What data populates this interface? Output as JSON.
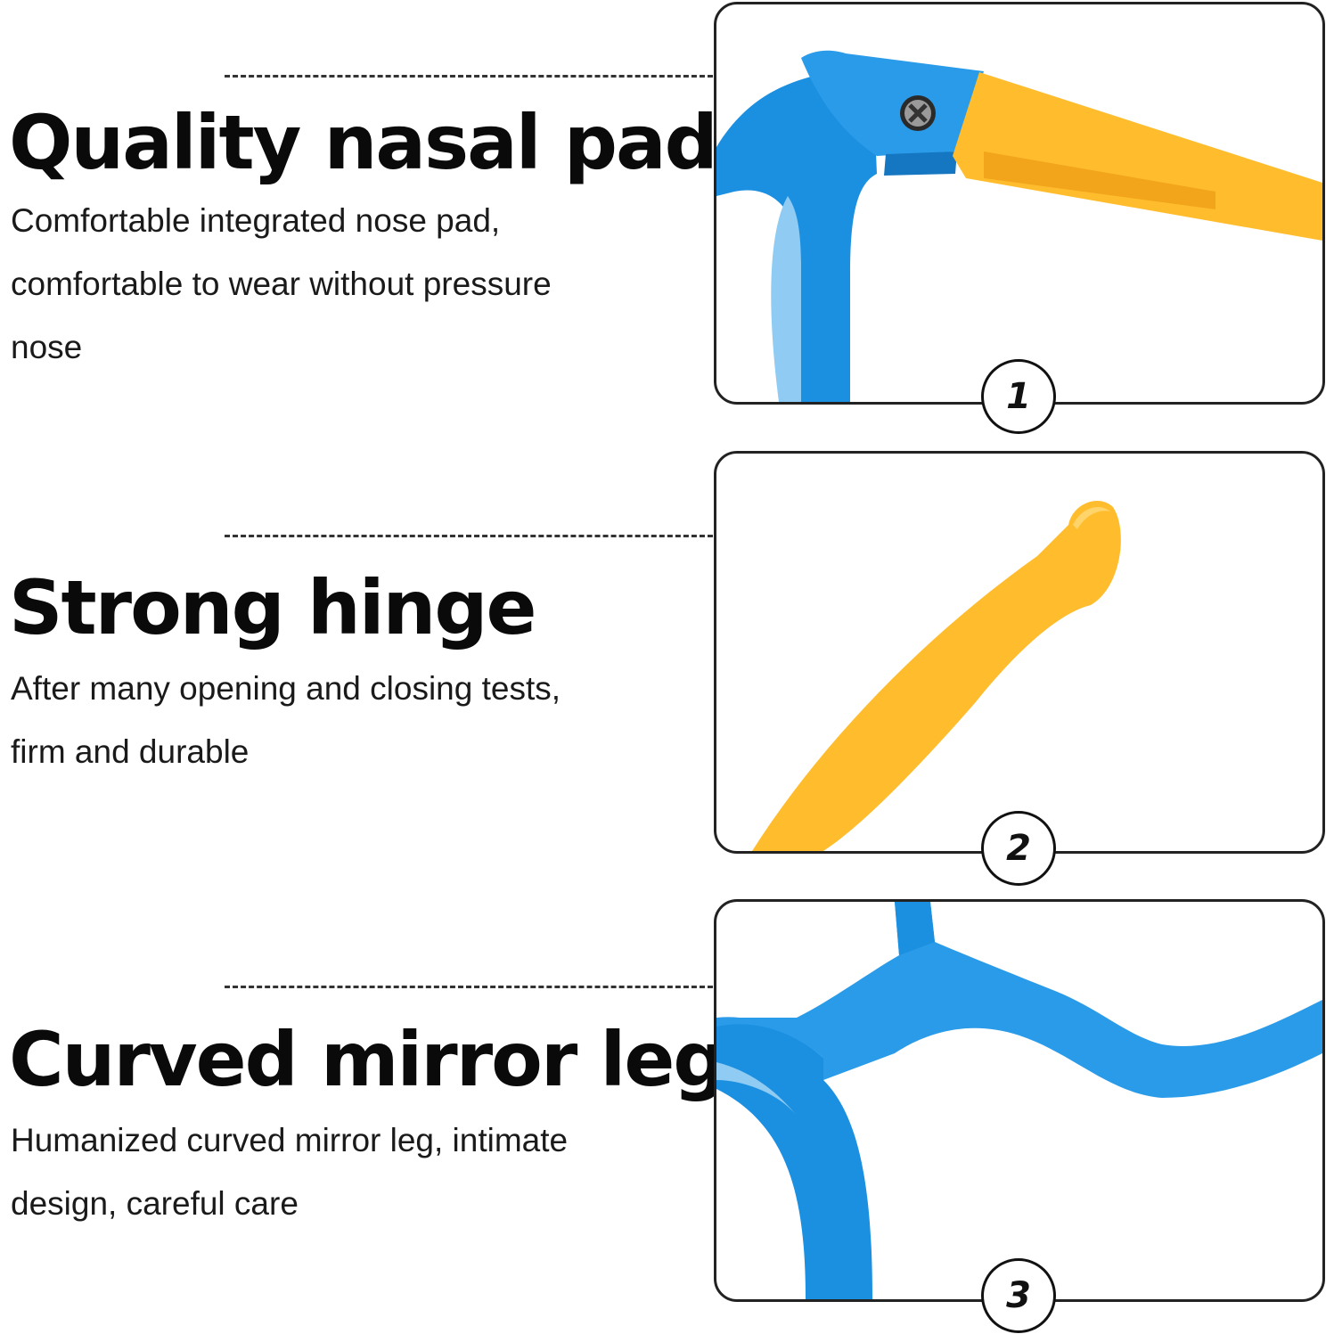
{
  "colors": {
    "frame_blue": "#1b8fe0",
    "temple_yellow": "#ffbd2e",
    "text": "#111111"
  },
  "features": [
    {
      "number": "1",
      "title": "Quality nasal pad",
      "desc_lines": [
        "Comfortable integrated nose pad,",
        "comfortable to wear without pressure",
        "nose"
      ]
    },
    {
      "number": "2",
      "title": "Strong hinge",
      "desc_lines": [
        "After many opening and closing tests,",
        "firm and durable"
      ]
    },
    {
      "number": "3",
      "title": "Curved mirror leg",
      "desc_lines": [
        "Humanized curved mirror leg, intimate",
        "design, careful care"
      ]
    }
  ]
}
